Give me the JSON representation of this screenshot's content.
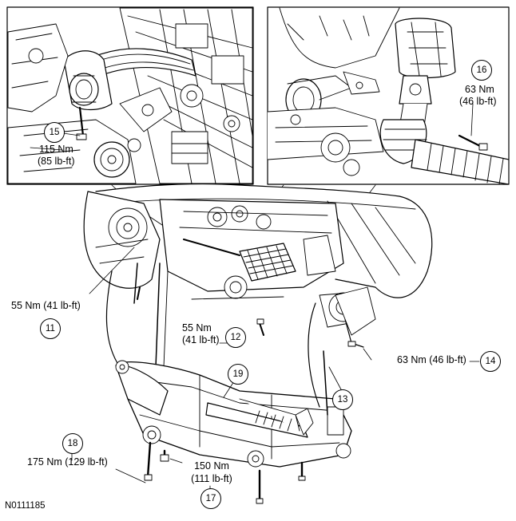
{
  "labels": {
    "l15": "115 Nm",
    "l15b": "(85 lb-ft)",
    "l16": "63 Nm",
    "l16b": "(46 lb-ft)",
    "l11": "55 Nm (41 lb-ft)",
    "l12": "55 Nm",
    "l12b": "(41 lb-ft)",
    "l14": "63 Nm (46 lb-ft)",
    "l18": "175 Nm (129 lb-ft)",
    "l17": "150 Nm",
    "l17b": "(111 lb-ft)"
  },
  "callouts": {
    "c11": "11",
    "c12": "12",
    "c13": "13",
    "c14": "14",
    "c15": "15",
    "c16": "16",
    "c17": "17",
    "c18": "18",
    "c19": "19"
  },
  "doc_id": "N0111185"
}
